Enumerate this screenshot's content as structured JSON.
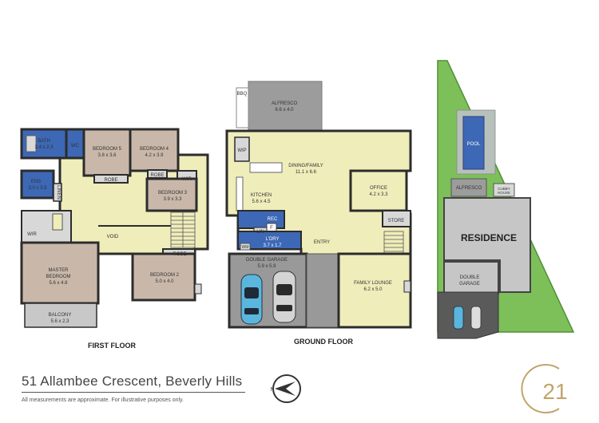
{
  "first_floor": {
    "title": "FIRST FLOOR",
    "rooms": {
      "bath": {
        "name": "BATH",
        "dims": "3.4 x 2.3"
      },
      "wc": {
        "name": "WC"
      },
      "bedroom5": {
        "name": "BEDROOM 5",
        "dims": "3.8 x 3.6"
      },
      "bedroom4": {
        "name": "BEDROOM 4",
        "dims": "4.2 x 3.9"
      },
      "robe1": {
        "name": "ROBE"
      },
      "robe2": {
        "name": "ROBE"
      },
      "wir_b3": {
        "name": "WIR"
      },
      "ens": {
        "name": "ENS",
        "dims": "3.0 x 3.5"
      },
      "linen": {
        "name": "LINEN"
      },
      "bedroom3": {
        "name": "BEDROOM 3",
        "dims": "3.9 x 3.3"
      },
      "wir_master": {
        "name": "WIR"
      },
      "void": {
        "name": "VOID"
      },
      "robe3": {
        "name": "ROBE"
      },
      "master": {
        "name": "MASTER",
        "name2": "BEDROOM",
        "dims": "5.6 x 4.8"
      },
      "bedroom2": {
        "name": "BEDROOM 2",
        "dims": "5.0 x 4.0"
      },
      "balcony": {
        "name": "BALCONY",
        "dims": "5.6 x 2.3"
      }
    }
  },
  "ground_floor": {
    "title": "GROUND FLOOR",
    "rooms": {
      "bbq": {
        "name": "BBQ"
      },
      "alfresco": {
        "name": "ALFRESCO",
        "dims": "6.6 x 4.0"
      },
      "wip": {
        "name": "WIP"
      },
      "dining": {
        "name": "DINING/FAMILY",
        "dims": "11.1 x 6.6"
      },
      "kitchen": {
        "name": "KITCHEN",
        "dims": "5.6 x 4.5"
      },
      "office": {
        "name": "OFFICE",
        "dims": "4.2 x 3.3"
      },
      "store": {
        "name": "STORE"
      },
      "rec": {
        "name": "REC"
      },
      "f": {
        "name": "F"
      },
      "lin": {
        "name": "LIN"
      },
      "ldry": {
        "name": "L'DRY",
        "dims": "3.7 x 1.7"
      },
      "wm": {
        "name": "WM"
      },
      "entry": {
        "name": "ENTRY"
      },
      "garage": {
        "name": "DOUBLE GARAGE",
        "dims": "5.9 x 5.9"
      },
      "lounge": {
        "name": "FAMILY LOUNGE",
        "dims": "6.2 x 5.0"
      }
    }
  },
  "site": {
    "pool": "POOL",
    "alfresco": "ALFRESCO",
    "cubby": "CUBBY",
    "cubby2": "HOUSE",
    "residence": "RESIDENCE",
    "garage": "DOUBLE",
    "garage2": "GARAGE"
  },
  "footer": {
    "address": "51 Allambee Crescent, Beverly Hills",
    "disclaimer": "All measurements are approximate. For illustrative purposes only.",
    "compass_label": "N",
    "logo_text": "21"
  },
  "colors": {
    "living": "#efedba",
    "bedroom": "#c9b8aa",
    "wet": "#3d68b5",
    "robe": "#d8d8d8",
    "balcony": "#c8c8c8",
    "alfresco": "#9c9c9c",
    "garage": "#999999",
    "lawn": "#7dc05a",
    "wall": "#2c2c2c",
    "logo": "#c3a46b"
  }
}
